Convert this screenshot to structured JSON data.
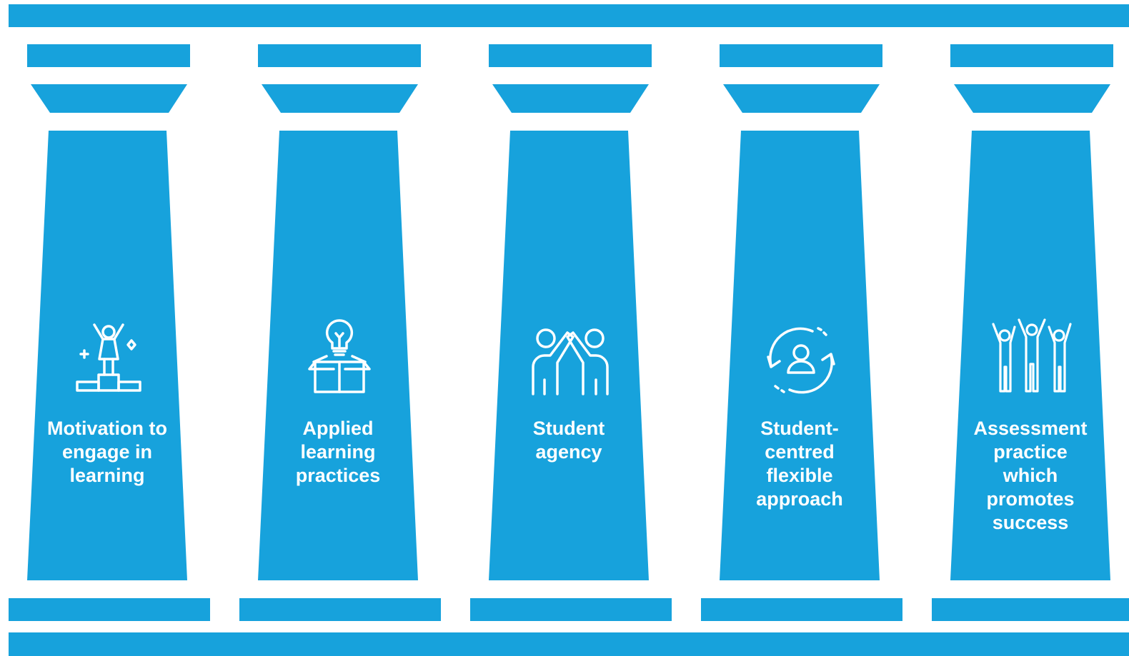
{
  "colors": {
    "pillar": "#17a2dc",
    "background": "#ffffff",
    "text": "#ffffff"
  },
  "pillars": [
    {
      "label": "Motivation to engage in learning",
      "icon": "podium-winner-icon"
    },
    {
      "label": "Applied learning practices",
      "icon": "lightbulb-box-icon"
    },
    {
      "label": "Student agency",
      "icon": "high-five-icon"
    },
    {
      "label": "Student-centred flexible approach",
      "icon": "person-cycle-icon"
    },
    {
      "label": "Assessment practice which promotes success",
      "icon": "group-celebration-icon"
    }
  ]
}
